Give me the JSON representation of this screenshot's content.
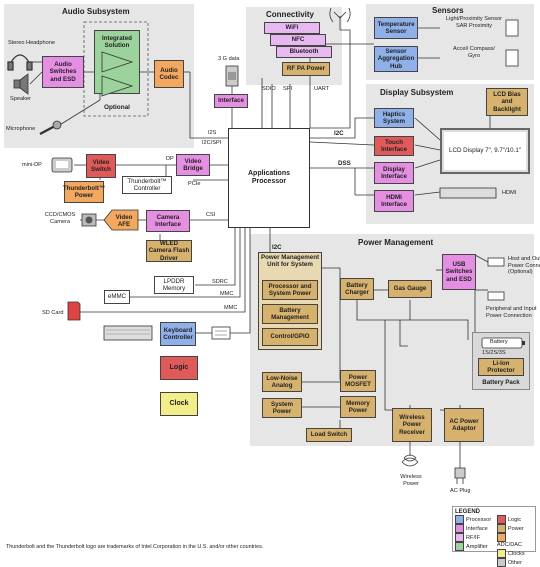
{
  "regions": {
    "audio": "Audio Subsystem",
    "connectivity": "Connectivity",
    "sensors": "Sensors",
    "display": "Display Subsystem",
    "power": "Power Management"
  },
  "blocks": {
    "integrated_solution": "Integrated Solution",
    "optional": "Optional",
    "audio_switches": "Audio Switches and ESD",
    "audio_codec": "Audio Codec",
    "wifi": "WiFi",
    "nfc": "NFC",
    "bluetooth": "Bluetooth",
    "rf_pa_power": "RF PA Power",
    "interface": "Interface",
    "temperature_sensor": "Temperature Sensor",
    "sensor_hub": "Sensor Aggregation Hub",
    "haptics": "Haptics System",
    "lcd_bias": "LCD Bias and Backlight",
    "touch_interface": "Touch Interface",
    "display_interface": "Display Interface",
    "hdmi_interface": "HDMI Interface",
    "app_processor": "Applications Processor",
    "video_switch": "Video Switch",
    "video_bridge": "Video Bridge",
    "thunderbolt_power": "Thunderbolt™ Power",
    "thunderbolt_controller": "Thunderbolt™ Controller",
    "video_afe": "Video AFE",
    "camera_interface": "Camera Interface",
    "wled": "WLED Camera Flash Driver",
    "lpddr": "LPDDR Memory",
    "emmc": "eMMC",
    "keyboard_controller": "Keyboard Controller",
    "logic_sample": "Logic",
    "clock_sample": "Clock",
    "pmu": "Power Management Unit for System",
    "proc_power": "Processor and System Power",
    "battery_mgmt": "Battery Management",
    "control_gpio": "Control/GPIO",
    "battery_charger": "Battery Charger",
    "gas_gauge": "Gas Gauge",
    "usb_switches": "USB Switches and ESD",
    "low_noise_analog": "Low-Noise Analog",
    "power_mosfet": "Power MOSFET",
    "system_power": "System Power",
    "memory_power": "Memory Power",
    "load_switch": "Load Switch",
    "wireless_receiver": "Wireless Power Receiver",
    "ac_adaptor": "AC Power Adaptor",
    "battery": "Battery",
    "battery_values": "1S/2S/3S",
    "liion": "Li-Ion Protector",
    "battery_pack": "Battery Pack",
    "lcd_display": "LCD Display 7\", 9.7\"/10.1\""
  },
  "labels": {
    "stereo_headphone": "Stereo Headphone",
    "speaker": "Speaker",
    "microphone": "Microphone",
    "three_g": "3 G data",
    "sdio": "SDIO",
    "spi": "SPI",
    "uart": "UART",
    "light_prox": "Light/Proximity Sensor SAR Proximity",
    "accel": "Accel/ Compass/ Gyro",
    "i2s": "I2S",
    "i2c_spi": "I2C/SPI",
    "i2c_top": "I2C",
    "i2c_pm": "I2C",
    "dss": "DSS",
    "hdmi": "HDMI",
    "mini_dp": "mini-DP",
    "dp": "DP",
    "pcie": "PCIe",
    "ccd": "CCD/CMOS Camera",
    "csi": "CSI",
    "sdrc": "SDRC",
    "mmc1": "MMC",
    "mmc2": "MMC",
    "sd_card": "SD Card",
    "host_output": "Host and Output Power Connection (Optional)",
    "peripheral_input": "Peripheral and Input Power Connection",
    "wireless_power": "Wireless Power",
    "ac_plug": "AC Plug",
    "footer": "Thunderbolt and the Thunderbolt logo are trademarks of Intel Corporation in the U.S. and/or other countries."
  },
  "legend": {
    "title": "LEGEND",
    "items": [
      {
        "label": "Processor",
        "color": "#8fb0e8"
      },
      {
        "label": "Interface",
        "color": "#e58fe3"
      },
      {
        "label": "RF/IF",
        "color": "#e8b8f0"
      },
      {
        "label": "Amplifier",
        "color": "#9cd39c"
      },
      {
        "label": "Logic",
        "color": "#e05a5a"
      },
      {
        "label": "Power",
        "color": "#d6b26e"
      },
      {
        "label": "ADC/DAC",
        "color": "#f3a85f"
      },
      {
        "label": "Clocks",
        "color": "#f2ee8a"
      },
      {
        "label": "Other",
        "color": "#c9c9c9"
      }
    ]
  }
}
